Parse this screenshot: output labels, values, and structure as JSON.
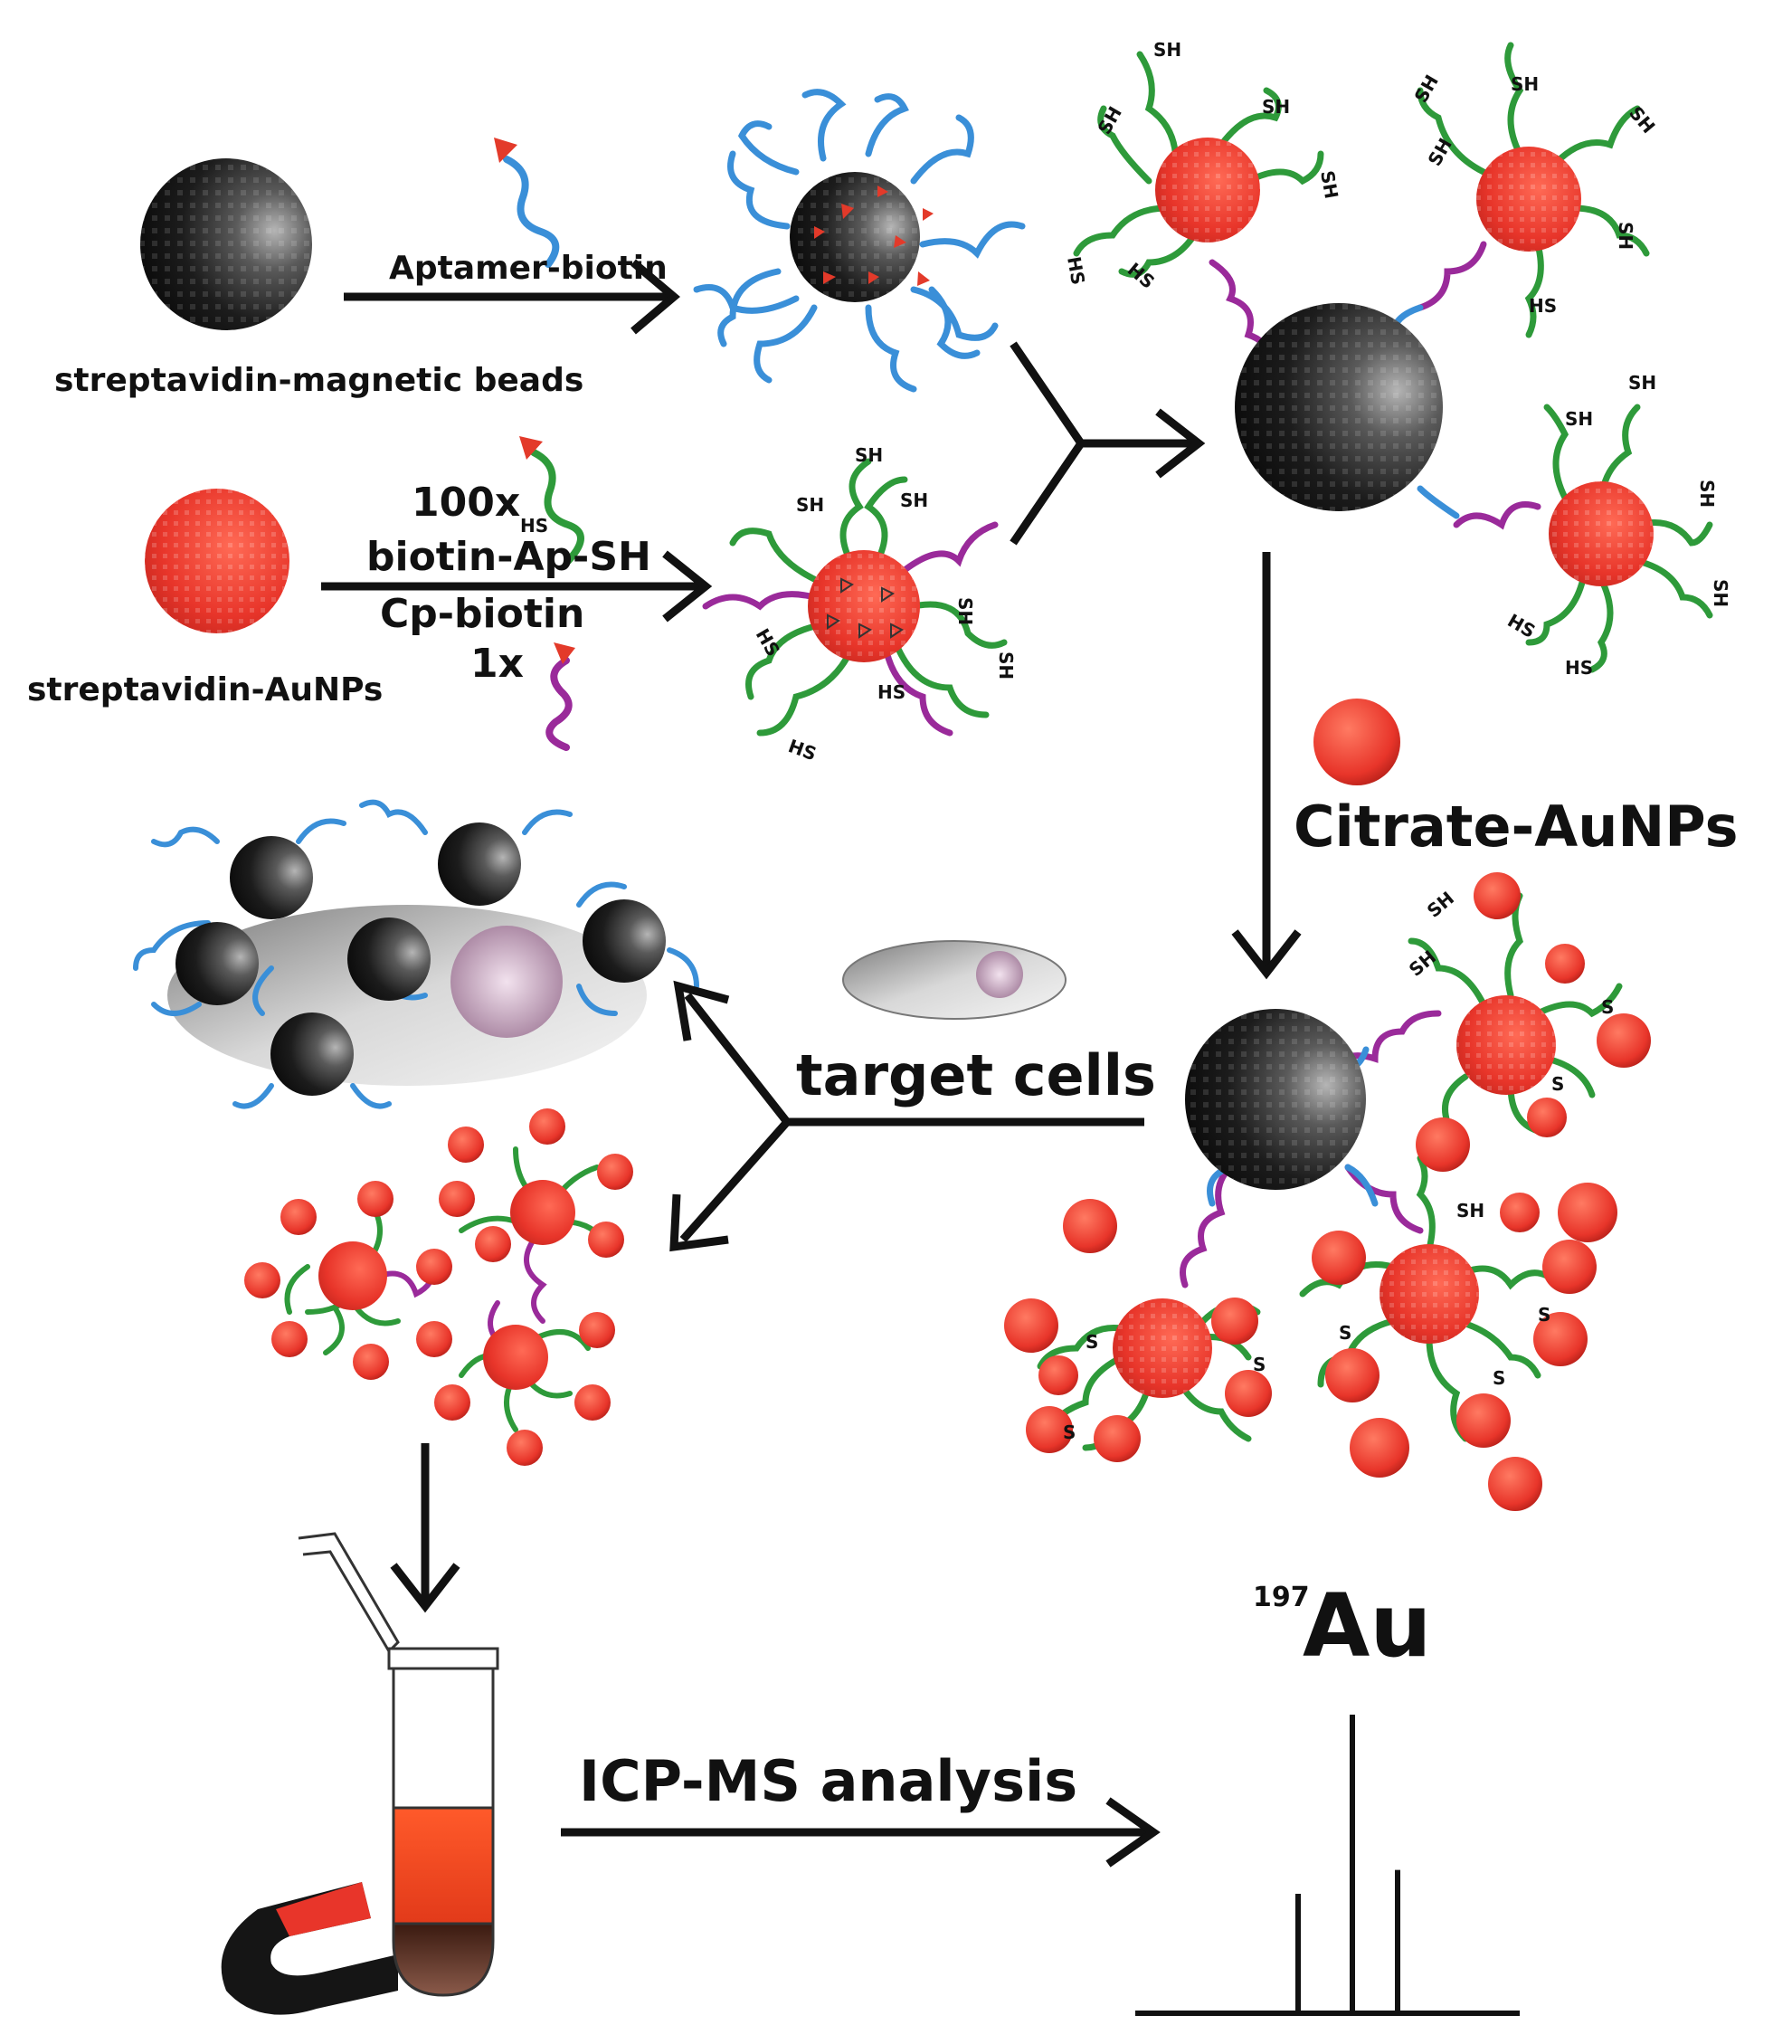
{
  "labels": {
    "magnetic_beads": "streptavidin-magnetic beads",
    "aptamer_biotin": "Aptamer-biotin",
    "aunps": "streptavidin-AuNPs",
    "ratio_100x": "100x",
    "hs_small": "HS",
    "biotin_ap_sh": "biotin-Ap-SH",
    "cp_biotin": "Cp-biotin",
    "ratio_1x": "1x",
    "citrate_aunps": "Citrate-AuNPs",
    "target_cells": "target  cells",
    "icp_ms": "ICP-MS analysis",
    "isotope_mass": "197",
    "isotope_element": "Au",
    "sh": "SH",
    "hs": "HS",
    "s": "S"
  },
  "colors": {
    "magnetic_bead": "#1a1a1a",
    "gold_particle": "#e8352a",
    "aptamer_strand": "#3a8fd8",
    "thiol_strand": "#2e9a3a",
    "complement_strand": "#9a2a9a",
    "biotin_marker": "#e33a2a",
    "arrow": "#111111",
    "cell": "#c8c8c8"
  },
  "spectrum_peaks": [
    {
      "name": "left-peak",
      "height_fraction": 0.4
    },
    {
      "name": "main-peak",
      "height_fraction": 1.0
    },
    {
      "name": "right-peak",
      "height_fraction": 0.48
    }
  ]
}
